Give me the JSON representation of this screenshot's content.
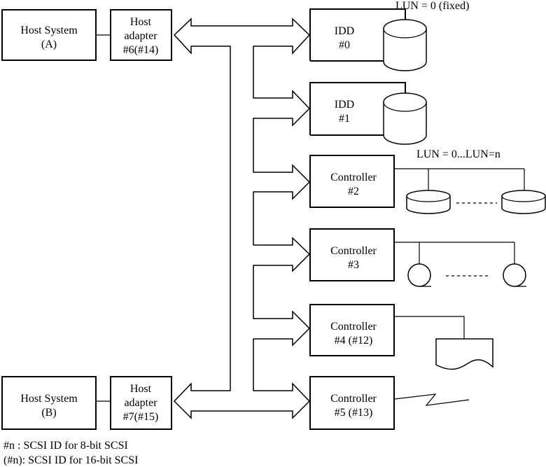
{
  "hosts": [
    {
      "system": [
        "Host System",
        "(A)"
      ],
      "adapter": [
        "Host",
        "adapter",
        "#6(#14)"
      ]
    },
    {
      "system": [
        "Host System",
        "(B)"
      ],
      "adapter": [
        "Host",
        "adapter",
        "#7(#15)"
      ]
    }
  ],
  "devices": [
    {
      "label": [
        "IDD",
        "#0"
      ],
      "attached": "disk"
    },
    {
      "label": [
        "IDD",
        "#1"
      ],
      "attached": "disk"
    },
    {
      "label": [
        "Controller",
        "#2"
      ],
      "attached": "disk-array"
    },
    {
      "label": [
        "Controller",
        "#3"
      ],
      "attached": "tape-array"
    },
    {
      "label": [
        "Controller",
        "#4 (#12)"
      ],
      "attached": "printer"
    },
    {
      "label": [
        "Controller",
        "#5 (#13)"
      ],
      "attached": "communication-line"
    }
  ],
  "annotations": {
    "lun_fixed": "LUN = 0 (fixed)",
    "lun_range": "LUN = 0...LUN=n"
  },
  "legend": [
    "#n :  SCSI ID for 8-bit SCSI",
    "(#n): SCSI ID for 16-bit SCSI"
  ]
}
